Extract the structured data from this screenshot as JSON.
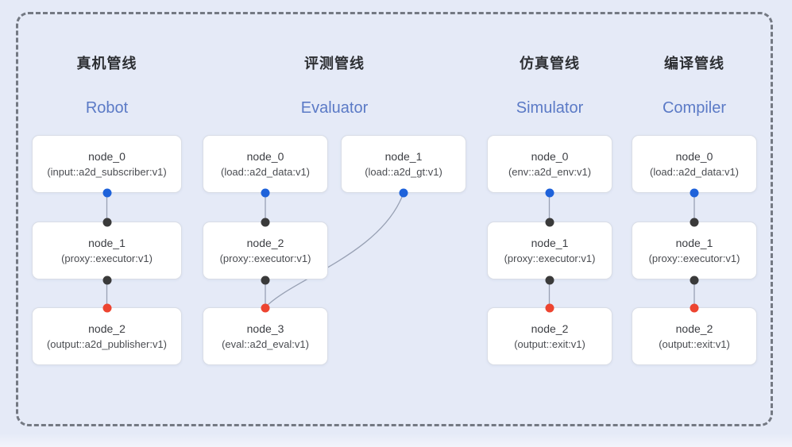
{
  "panel": {
    "background_color": "#e5eaf7",
    "frame_border_color": "#747983",
    "node_border_color": "#d9dde6",
    "edge_color": "#98a1b4",
    "accent_en_title_color": "#5b7ac6",
    "port_colors": {
      "output_blue": "#1e62da",
      "input_dark": "#3a3a3a",
      "input_red": "#ed4430"
    }
  },
  "pipelines": [
    {
      "id": "robot",
      "title_zh": "真机管线",
      "title_en": "Robot",
      "nodes": [
        {
          "name": "node_0",
          "type": "(input::a2d_subscriber:v1)"
        },
        {
          "name": "node_1",
          "type": "(proxy::executor:v1)"
        },
        {
          "name": "node_2",
          "type": "(output::a2d_publisher:v1)"
        }
      ]
    },
    {
      "id": "evaluator",
      "title_zh": "评测管线",
      "title_en": "Evaluator",
      "nodes": [
        {
          "name": "node_0",
          "type": "(load::a2d_data:v1)"
        },
        {
          "name": "node_1",
          "type": "(load::a2d_gt:v1)"
        },
        {
          "name": "node_2",
          "type": "(proxy::executor:v1)"
        },
        {
          "name": "node_3",
          "type": "(eval::a2d_eval:v1)"
        }
      ]
    },
    {
      "id": "simulator",
      "title_zh": "仿真管线",
      "title_en": "Simulator",
      "nodes": [
        {
          "name": "node_0",
          "type": "(env::a2d_env:v1)"
        },
        {
          "name": "node_1",
          "type": "(proxy::executor:v1)"
        },
        {
          "name": "node_2",
          "type": "(output::exit:v1)"
        }
      ]
    },
    {
      "id": "compiler",
      "title_zh": "编译管线",
      "title_en": "Compiler",
      "nodes": [
        {
          "name": "node_0",
          "type": "(load::a2d_data:v1)"
        },
        {
          "name": "node_1",
          "type": "(proxy::executor:v1)"
        },
        {
          "name": "node_2",
          "type": "(output::exit:v1)"
        }
      ]
    }
  ]
}
